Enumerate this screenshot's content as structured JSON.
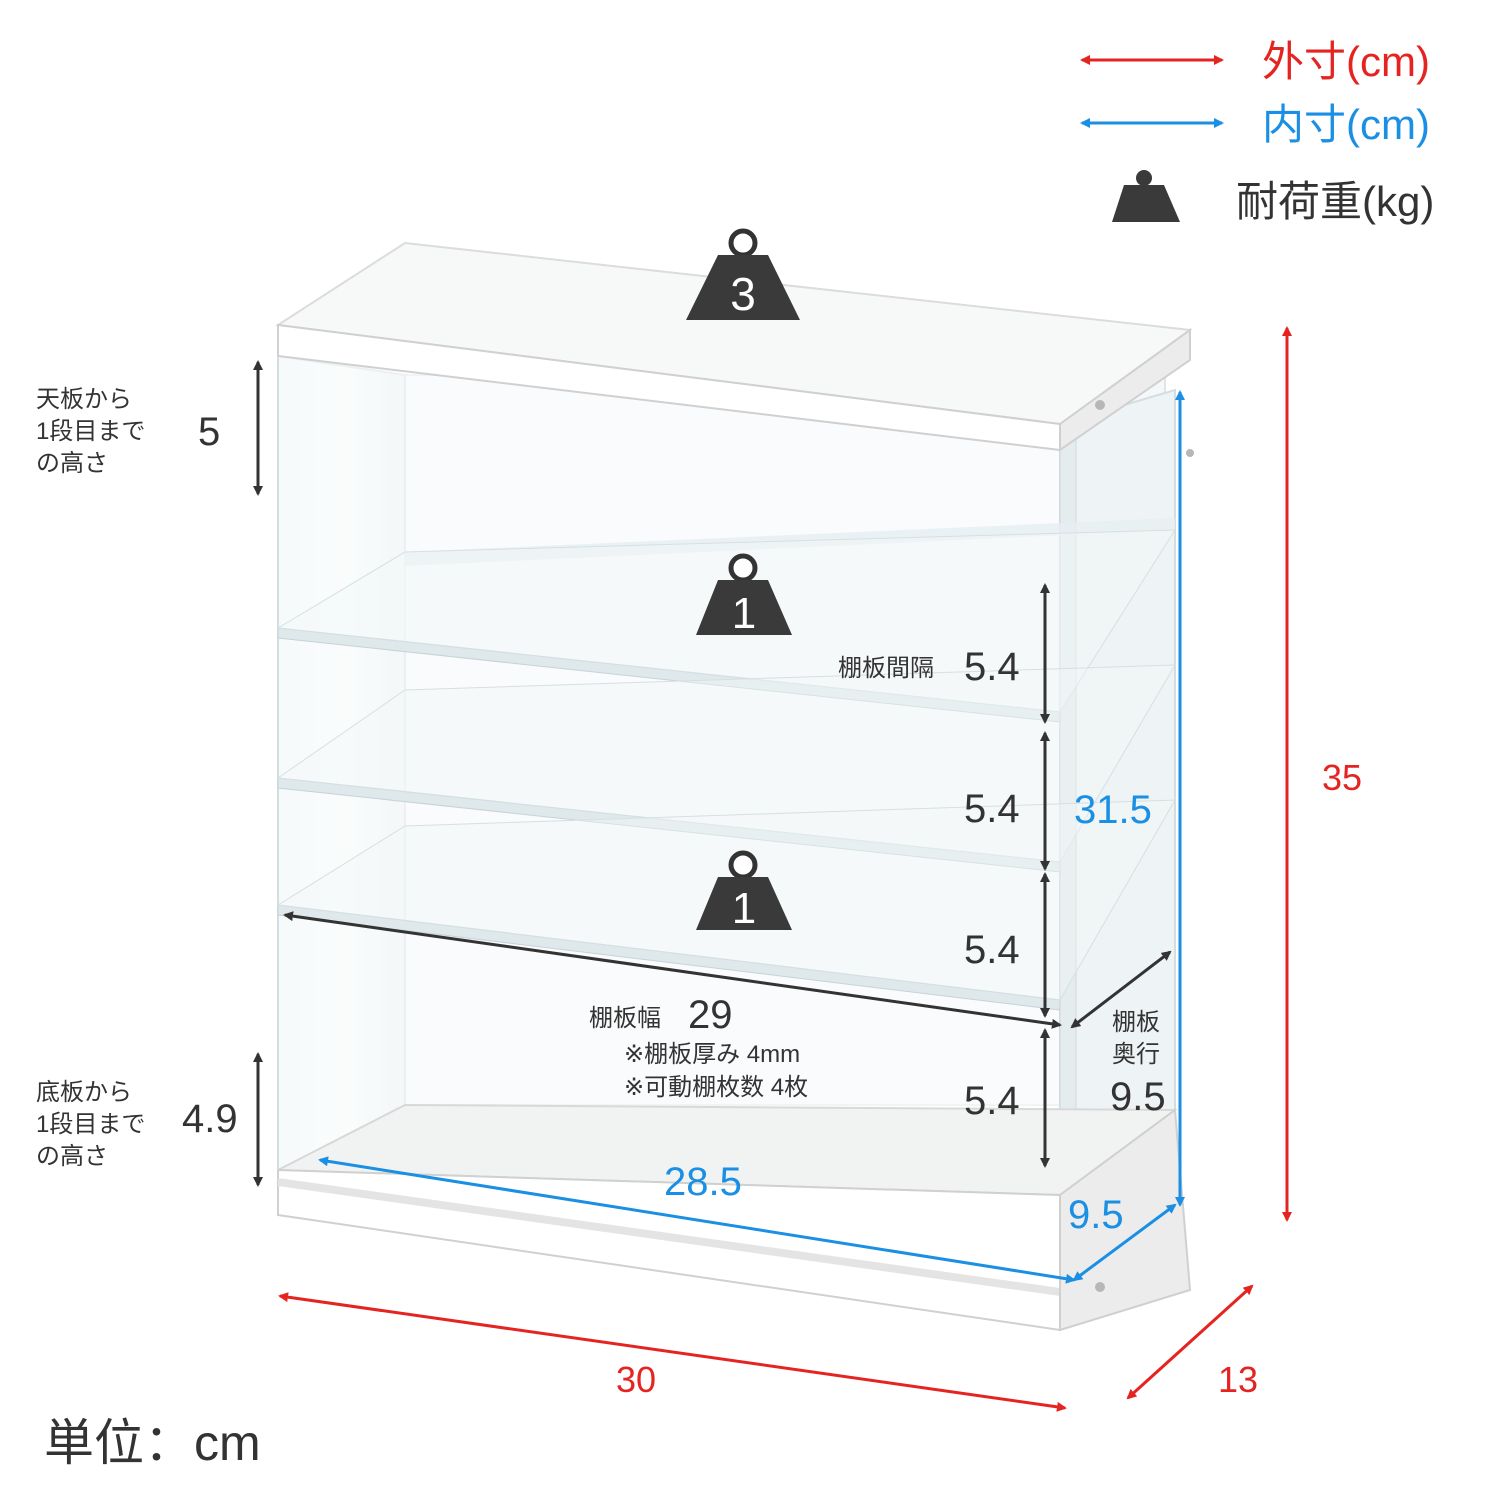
{
  "legend": {
    "outer": "外寸(cm)",
    "inner": "内寸(cm)",
    "load": "耐荷重(kg)",
    "outer_color": "#e52421",
    "inner_color": "#1a8fe3"
  },
  "weights": {
    "top": "3",
    "shelf_upper": "1",
    "shelf_lower": "1"
  },
  "top_gap": {
    "label_lines": [
      "天板から",
      "1段目まで",
      "の高さ"
    ],
    "value": "5"
  },
  "bottom_gap": {
    "label_lines": [
      "底板から",
      "1段目まで",
      "の高さ"
    ],
    "value": "4.9"
  },
  "shelf_spacing": {
    "label": "棚板間隔",
    "values": [
      "5.4",
      "5.4",
      "5.4",
      "5.4"
    ]
  },
  "shelf_width": {
    "label": "棚板幅",
    "value": "29",
    "note1": "※棚板厚み 4mm",
    "note2": "※可動棚枚数 4枚"
  },
  "shelf_depth": {
    "label_lines": [
      "棚板",
      "奥行"
    ],
    "value": "9.5"
  },
  "inner_dims": {
    "height": "31.5",
    "width": "28.5",
    "depth": "9.5"
  },
  "outer_dims": {
    "height": "35",
    "width": "30",
    "depth": "13"
  },
  "unit": "単位：cm"
}
